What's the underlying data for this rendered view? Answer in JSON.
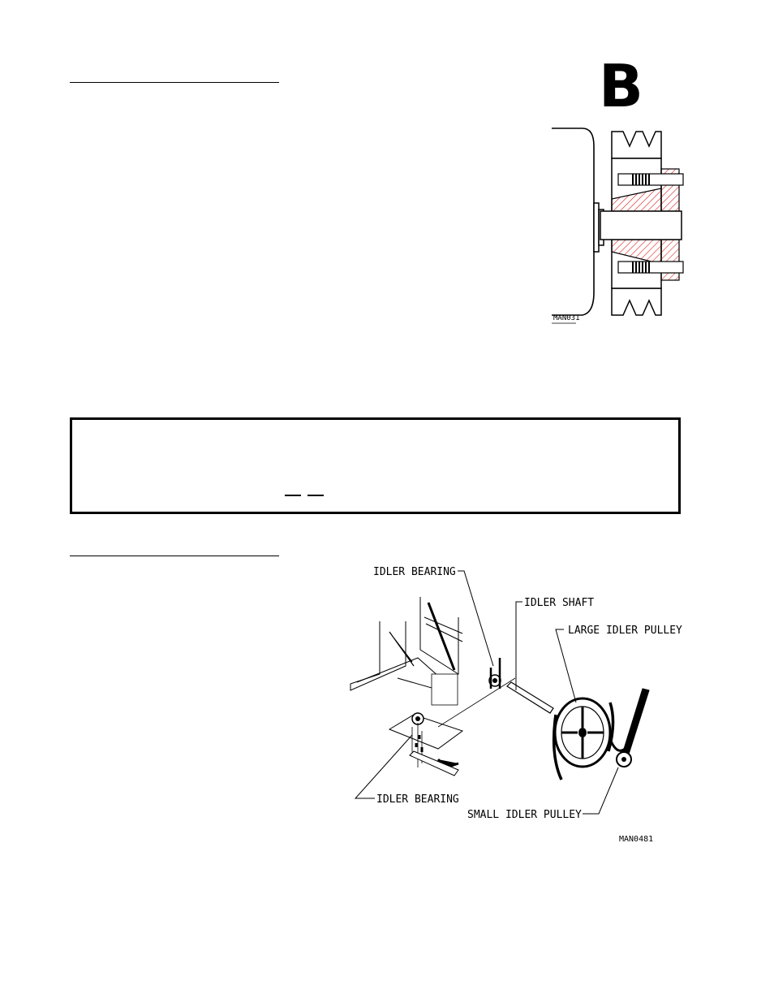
{
  "section_b": {
    "letter": "B",
    "figure_code": "MAN031"
  },
  "notice": {},
  "idler_figure": {
    "labels": {
      "idler_bearing_top": "IDLER BEARING",
      "idler_shaft": "IDLER SHAFT",
      "large_idler_pulley": "LARGE IDLER PULLEY",
      "idler_bearing_bottom": "IDLER BEARING",
      "small_idler_pulley": "SMALL IDLER PULLEY"
    },
    "figure_code": "MAN0481"
  }
}
